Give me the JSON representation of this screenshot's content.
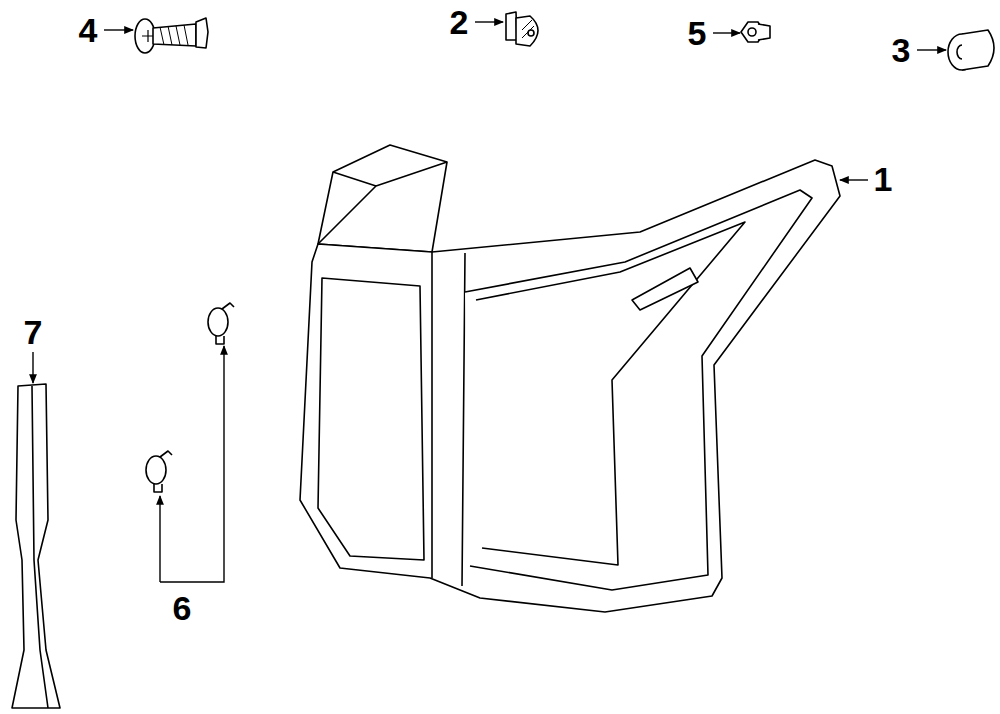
{
  "diagram": {
    "labels": [
      "4",
      "2",
      "5",
      "3",
      "1",
      "7",
      "6"
    ]
  }
}
